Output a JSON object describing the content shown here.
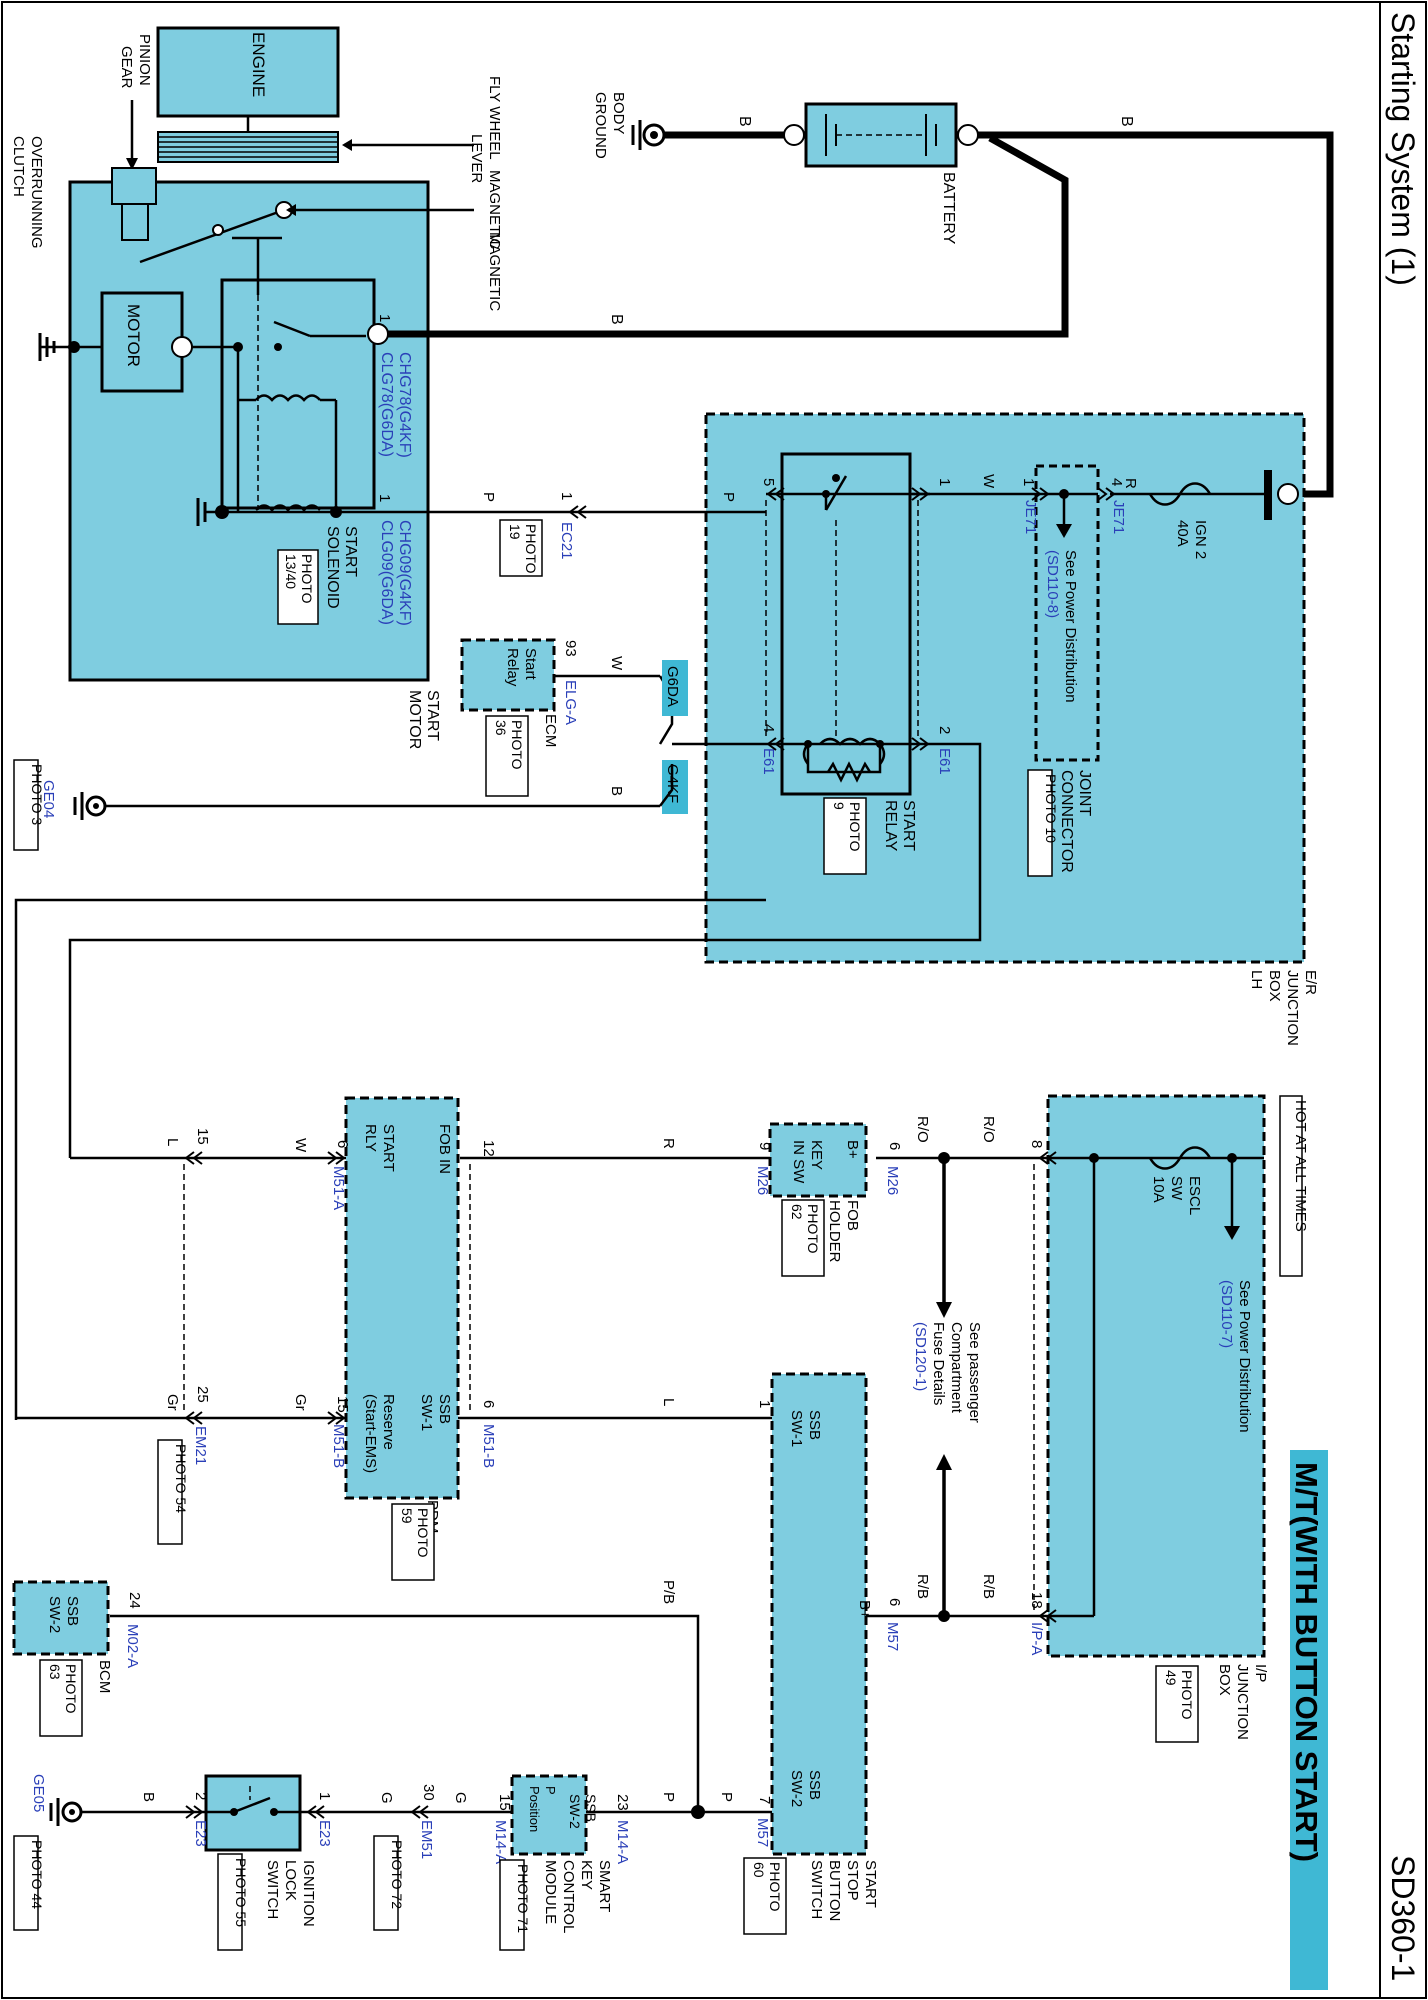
{
  "header": {
    "title": "Starting System (1)",
    "code": "SD360-1",
    "banner": "M/T(WITH BUTTON START)"
  },
  "engine_area": {
    "engine": "ENGINE",
    "pinion_gear": [
      "PINION",
      "GEAR"
    ],
    "overrunning_clutch": [
      "OVERRUNNING",
      "CLUTCH"
    ],
    "fly_wheel": "FLY WHEEL",
    "magnetic_lever": [
      "MAGNETIC",
      "LEVER"
    ],
    "magnetic": "MAGNETIC",
    "motor": "MOTOR",
    "start_solenoid": [
      "START",
      "SOLENOID"
    ],
    "start_motor": [
      "START",
      "MOTOR"
    ],
    "photo_solenoid": [
      "PHOTO",
      "13/40"
    ]
  },
  "battery": {
    "label": "BATTERY",
    "body_ground": [
      "BODY",
      "GROUND"
    ],
    "wire_b": "B"
  },
  "connectors": {
    "chg78": "CHG78(G4KF)",
    "clg78": "CLG78(G6DA)",
    "chg09": "CHG09(G4KF)",
    "clg09": "CLG09(G6DA)",
    "ec21": "EC21",
    "photo_19": [
      "PHOTO",
      "19"
    ],
    "je71": "JE71",
    "e61": "E61",
    "elg_a": "ELG-A",
    "ge04": "GE04",
    "photo_3": "PHOTO 3",
    "m26": "M26",
    "m51_a": "M51-A",
    "m51_b": "M51-B",
    "em21": "EM21",
    "photo_54": "PHOTO 54",
    "ip_a": "I/P-A",
    "m57": "M57",
    "m02_a": "M02-A",
    "m14_a": "M14-A",
    "em51": "EM51",
    "e23": "E23",
    "ge05": "GE05",
    "photo_44": "PHOTO 44",
    "photo_72": "PHOTO 72"
  },
  "er_junction": {
    "label": [
      "E/R",
      "JUNCTION",
      "BOX",
      "LH"
    ],
    "fuse": [
      "IGN 2",
      "40A"
    ],
    "joint_connector": [
      "JOINT",
      "CONNECTOR"
    ],
    "photo_10": "PHOTO 10",
    "see_power": "See Power Distribution",
    "sd_ref": "(SD110-8)",
    "start_relay": [
      "START",
      "RELAY"
    ],
    "photo_9": [
      "PHOTO",
      "9"
    ]
  },
  "ecm": {
    "label": "ECM",
    "start_relay": [
      "Start",
      "Relay"
    ],
    "photo": [
      "PHOTO",
      "36"
    ],
    "pin": "93",
    "g6da": "G6DA",
    "g4kf": "G4KF"
  },
  "ip_junction": {
    "hot": "HOT AT ALL TIMES",
    "fuse": [
      "ESCL",
      "SW",
      "10A"
    ],
    "see_power": "See Power Distribution",
    "sd_ref": "(SD110-7)",
    "label": [
      "I/P",
      "JUNCTION",
      "BOX"
    ],
    "photo": [
      "PHOTO",
      "49"
    ],
    "see_passenger": [
      "See passenger",
      "Compartment",
      "Fuse Details"
    ],
    "sd120": "(SD120-1)"
  },
  "fob": {
    "label": [
      "KEY",
      "IN SW"
    ],
    "bplus": "B+",
    "holder": [
      "FOB",
      "HOLDER"
    ],
    "photo": [
      "PHOTO",
      "62"
    ]
  },
  "pdm": {
    "fob_in": "FOB IN",
    "start_rly": [
      "START",
      "RLY"
    ],
    "ssb_sw1": [
      "SSB",
      "SW-1"
    ],
    "reserve": [
      "Reserve",
      "(Start-EMS)"
    ],
    "label": "PDM",
    "photo": [
      "PHOTO",
      "59"
    ]
  },
  "ssb": {
    "sw1": [
      "SSB",
      "SW-1"
    ],
    "sw2": [
      "SSB",
      "SW-2"
    ],
    "bplus": "B+",
    "label": [
      "START",
      "STOP",
      "BUTTON",
      "SWITCH"
    ],
    "photo": [
      "PHOTO",
      "60"
    ]
  },
  "bcm": {
    "sw2": [
      "SSB",
      "SW-2"
    ],
    "label": "BCM",
    "photo": [
      "PHOTO",
      "63"
    ]
  },
  "smart_key": {
    "position": [
      "P",
      "Position"
    ],
    "sw2": [
      "SSB",
      "SW-2"
    ],
    "label": [
      "SMART",
      "KEY",
      "CONTROL",
      "MODULE"
    ],
    "photo": "PHOTO 71"
  },
  "ignition": {
    "label": [
      "IGNITION",
      "LOCK",
      "SWITCH"
    ],
    "photo": "PHOTO 55"
  },
  "wires": {
    "b": "B",
    "p": "P",
    "w": "W",
    "r": "R",
    "l": "L",
    "g": "G",
    "gr": "Gr",
    "ro": "R/O",
    "rb": "R/B",
    "pb": "P/B"
  },
  "pins": {
    "p1": "1",
    "p2": "2",
    "p4": "4",
    "p5": "5",
    "p6": "6",
    "p7": "7",
    "p8": "8",
    "p9": "9",
    "p12": "12",
    "p15": "15",
    "p18": "18",
    "p23": "23",
    "p24": "24",
    "p25": "25",
    "p30": "30"
  }
}
